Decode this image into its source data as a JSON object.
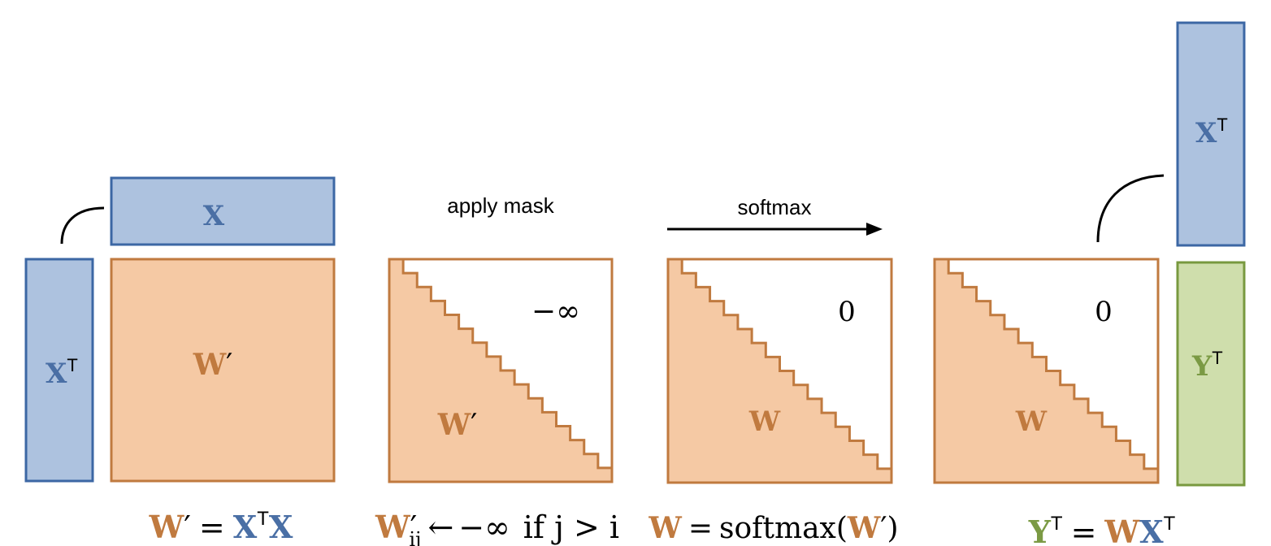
{
  "colors": {
    "blue_fill": "#adc2df",
    "blue_stroke": "#3c67a4",
    "blue_text": "#4a6fa5",
    "orange_fill": "#f5c9a4",
    "orange_stroke": "#c07a3f",
    "orange_text": "#c07a3f",
    "green_fill": "#cfdeac",
    "green_stroke": "#78993f",
    "green_text": "#7b9a44",
    "black": "#000000"
  },
  "panel1": {
    "x_label": "X",
    "xt_label": "X",
    "xt_sup": "T",
    "w_label": "W",
    "prime": "′",
    "eq": {
      "lhs": "W",
      "lhs_prime": "′",
      "equals": "=",
      "rhs1": "X",
      "rhs1_sup": "T",
      "rhs2": "X"
    }
  },
  "panel2": {
    "title": "apply mask",
    "mask_value": "−∞",
    "w_label": "W",
    "prime": "′",
    "eq": {
      "lhs": "W",
      "lhs_prime": "′",
      "lhs_sub": "ij",
      "arrow": "←",
      "value": "−∞",
      "cond": "if j > i"
    }
  },
  "panel3": {
    "title": "softmax",
    "zero_value": "0",
    "w_label": "W",
    "eq": {
      "lhs": "W",
      "equals": "=",
      "func": "softmax(",
      "arg": "W",
      "arg_prime": "′",
      "close": ")"
    }
  },
  "panel4": {
    "zero_value": "0",
    "w_label": "W",
    "xt_label": "X",
    "xt_sup": "T",
    "yt_label": "Y",
    "yt_sup": "T",
    "eq": {
      "lhs": "Y",
      "lhs_sup": "T",
      "equals": "=",
      "rhs1": "W",
      "rhs2": "X",
      "rhs2_sup": "T"
    }
  }
}
